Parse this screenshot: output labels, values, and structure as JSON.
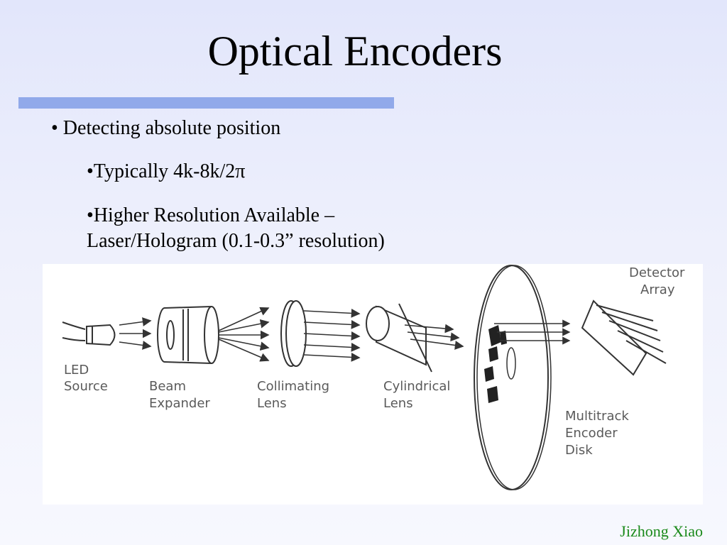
{
  "slide": {
    "title": "Optical Encoders",
    "bullets": [
      "• Detecting absolute position",
      "•Typically 4k-8k/2π",
      "•Higher Resolution Available –",
      "Laser/Hologram (0.1-0.3” resolution)"
    ],
    "footer": "Jizhong Xiao"
  },
  "diagram": {
    "labels": {
      "led_1": "LED",
      "led_2": "Source",
      "beam_1": "Beam",
      "beam_2": "Expander",
      "coll_1": "Collimating",
      "coll_2": "Lens",
      "cyl_1": "Cylindrical",
      "cyl_2": "Lens",
      "det_1": "Detector",
      "det_2": "Array",
      "disk_1": "Multitrack",
      "disk_2": "Encoder",
      "disk_3": "Disk"
    }
  },
  "colors": {
    "title_rule": "#91a9ea",
    "footer": "#1a8a1a",
    "line_art": "#333333"
  }
}
